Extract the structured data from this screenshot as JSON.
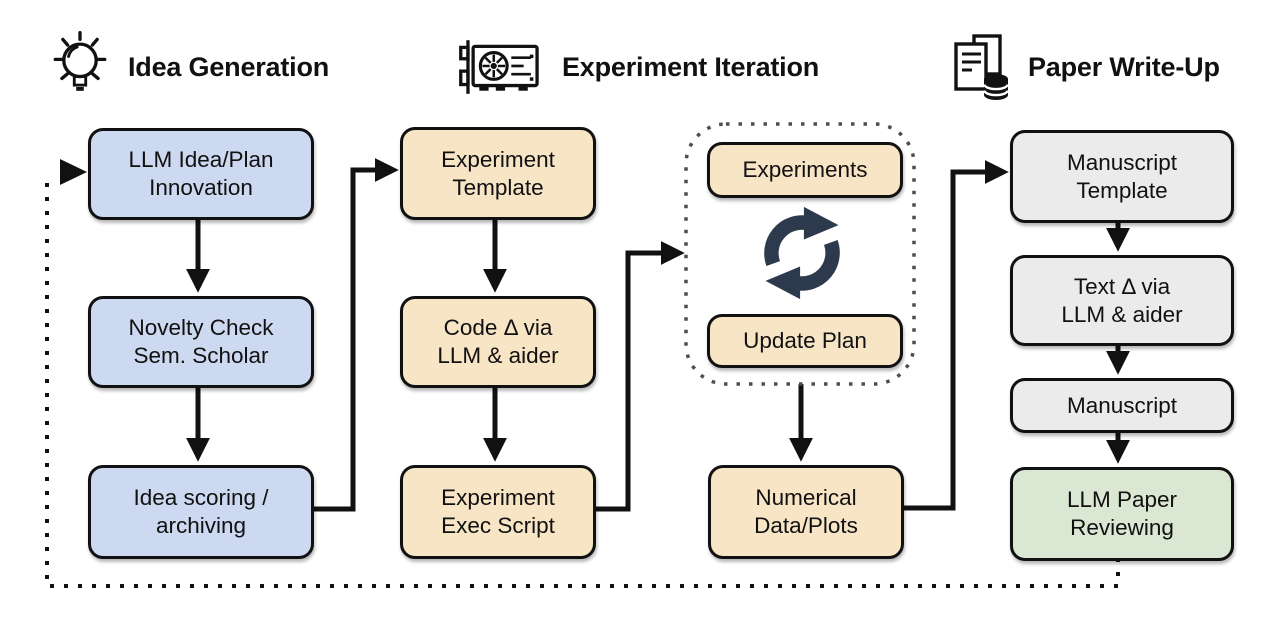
{
  "sections": [
    {
      "title": "Idea Generation",
      "icon": "lightbulb-icon"
    },
    {
      "title": "Experiment Iteration",
      "icon": "gpu-icon"
    },
    {
      "title": "Paper Write-Up",
      "icon": "paper-stack-icon"
    }
  ],
  "flow": {
    "idea": [
      {
        "label": "LLM Idea/Plan\nInnovation"
      },
      {
        "label": "Novelty Check\nSem. Scholar"
      },
      {
        "label": "Idea scoring /\narchiving"
      }
    ],
    "experiment": [
      {
        "label": "Experiment\nTemplate"
      },
      {
        "label": "Code Δ via\nLLM & aider"
      },
      {
        "label": "Experiment\nExec Script"
      }
    ],
    "iteration_loop": [
      {
        "label": "Experiments"
      },
      {
        "label": "Update Plan"
      }
    ],
    "loop_output": {
      "label": "Numerical\nData/Plots"
    },
    "writeup": [
      {
        "label": "Manuscript\nTemplate"
      },
      {
        "label": "Text Δ via\nLLM & aider"
      },
      {
        "label": "Manuscript"
      },
      {
        "label": "LLM Paper\nReviewing"
      }
    ]
  },
  "colors": {
    "idea_box": "#cdd9f0",
    "experiment_box": "#f8e5c6",
    "writeup_box": "#ebebeb",
    "review_box": "#d9e7d3",
    "loop_icon": "#2d3a4e",
    "outline": "#111111"
  }
}
